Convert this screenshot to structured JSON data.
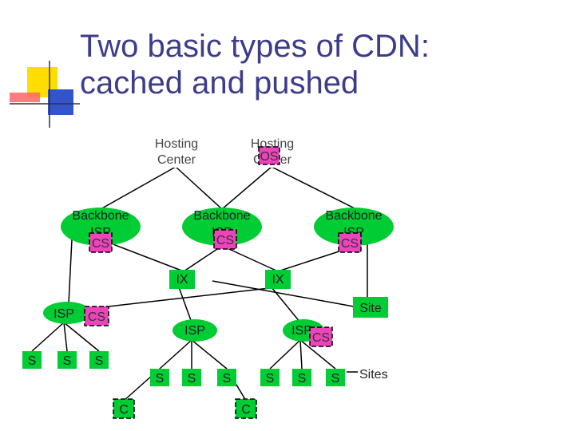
{
  "slide": {
    "title_line1": "Two basic types of CDN:",
    "title_line2": "cached and pushed"
  },
  "diagram": {
    "hosting_center_1": [
      "Hosting",
      "Center"
    ],
    "hosting_center_2": [
      "Hosting",
      "Center"
    ],
    "backbone_isp": [
      "Backbone",
      "ISP"
    ],
    "ix_label": "IX",
    "isp_label": "ISP",
    "site_label": "Site",
    "sites_label": "Sites",
    "server_label": "S",
    "client_label": "C",
    "cache_server_label": "CS",
    "origin_server_label": "OS"
  },
  "colors": {
    "title": "#3c3c8c",
    "node_fill": "#00cc33",
    "cache_fill": "#ee44bb",
    "line": "#000000",
    "deco_yellow": "#ffdd00",
    "deco_blue": "#3355cc",
    "deco_red": "#ff3333"
  }
}
